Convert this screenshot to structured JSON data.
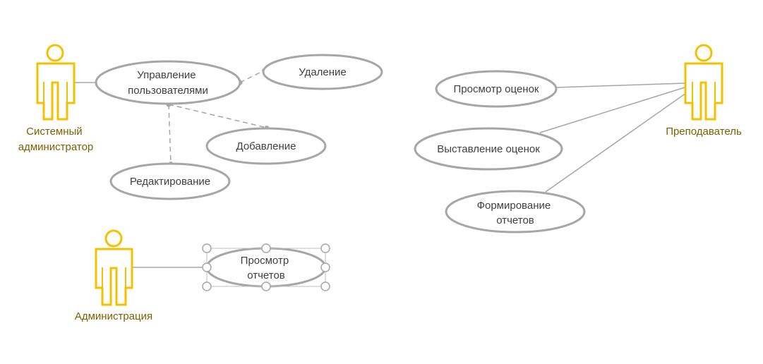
{
  "actors": {
    "sysadmin": {
      "line1": "Системный",
      "line2": "администратор"
    },
    "teacher": {
      "label": "Преподаватель"
    },
    "administration": {
      "label": "Администрация"
    }
  },
  "usecases": {
    "user_management": {
      "line1": "Управление",
      "line2": "пользователями"
    },
    "delete": {
      "label": "Удаление"
    },
    "add": {
      "label": "Добавление"
    },
    "edit": {
      "label": "Редактирование"
    },
    "view_grades": {
      "label": "Просмотр оценок"
    },
    "set_grades": {
      "label": "Выставление оценок"
    },
    "make_reports": {
      "line1": "Формирование",
      "line2": "отчетов"
    },
    "view_reports": {
      "line1": "Просмотр",
      "line2": "отчетов"
    }
  },
  "colors": {
    "actor_stroke": "#f2c200",
    "actor_text": "#7f6000",
    "ellipse_stroke": "#a6a6a6",
    "line": "#a6a6a6",
    "text": "#404040"
  }
}
